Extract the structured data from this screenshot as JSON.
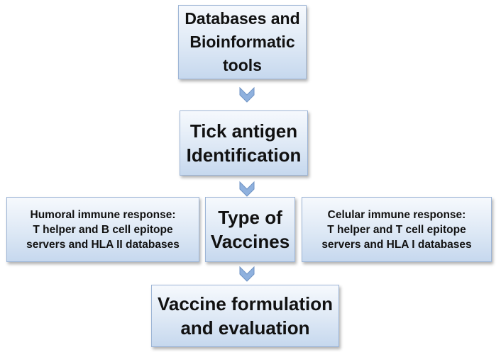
{
  "flowchart": {
    "databases_box": {
      "lines": [
        "Databases and",
        "Bioinformatic",
        "tools"
      ]
    },
    "tick_box": {
      "lines": [
        "Tick antigen",
        "Identification"
      ]
    },
    "humoral_box": {
      "lines": [
        "Humoral immune response:",
        "T helper and B cell epitope",
        "servers and HLA II databases"
      ]
    },
    "type_box": {
      "lines": [
        "Type of",
        "Vaccines"
      ]
    },
    "celular_box": {
      "lines": [
        "Celular immune response:",
        "T helper and T cell epitope",
        "servers and HLA I databases"
      ]
    },
    "vaccine_box": {
      "lines": [
        "Vaccine formulation",
        "and evaluation"
      ]
    }
  },
  "colors": {
    "box_border": "#9db5d6",
    "box_fill_top": "#f6f9fd",
    "box_fill_bottom": "#c6d8ee",
    "arrow_fill": "#8fb1de",
    "text": "#111111"
  },
  "icons": {
    "arrow": "chevron-down-icon"
  }
}
